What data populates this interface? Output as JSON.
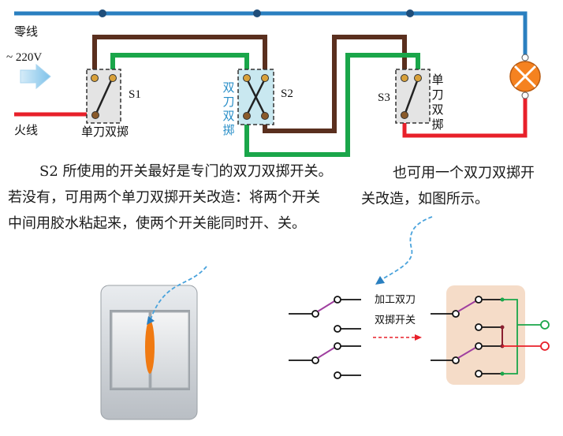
{
  "labels": {
    "neutral": "零线",
    "voltage": "~ 220V",
    "live": "火线",
    "s1": "S1",
    "s1_type": "单刀双掷",
    "s2": "S2",
    "s2_type_chars": [
      "双",
      "刀",
      "双",
      "掷"
    ],
    "s3": "S3",
    "s3_type_chars": [
      "单",
      "刀",
      "双",
      "掷"
    ],
    "convert_line1": "加工双刀",
    "convert_line2": "双掷开关"
  },
  "text": {
    "left_line1": "S2 所使用的开关最好是专门的双刀双掷开关。",
    "left_line2": "若没有，可用两个单刀双掷开关改造：将两个开关",
    "left_line3": "中间用胶水粘起来，使两个开关能同时开、关。",
    "right_line1": "也可用一个双刀双掷开",
    "right_line2": "关改造，如图所示。"
  },
  "colors": {
    "neutral_wire": "#2a7fc0",
    "live_wire": "#e8202a",
    "brown_wire": "#5a2f1e",
    "green_wire": "#1aa64a",
    "s2_label": "#2a8fc8",
    "lamp": "#f58220",
    "plate_bg": "#f5dcc8"
  }
}
